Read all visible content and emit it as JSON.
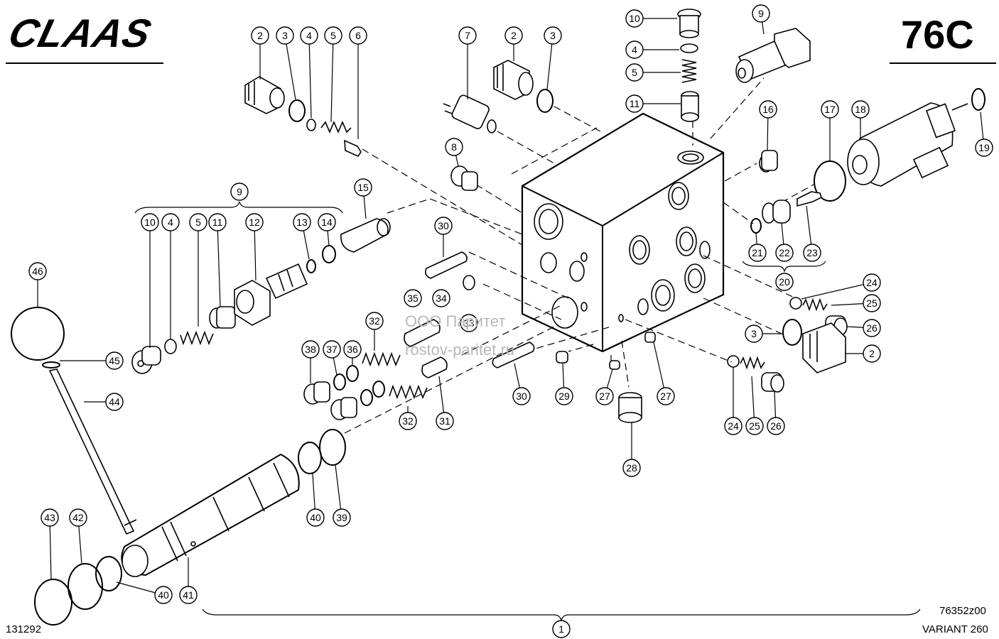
{
  "header": {
    "brand": "CLAAS",
    "code": "76C"
  },
  "footer": {
    "left": "131292",
    "right_top": "76352z00",
    "right_bottom": "VARIANT 260"
  },
  "watermark": {
    "line1": "ООО Паритет",
    "line2": "rostov-paritet.ru"
  },
  "callouts": {
    "c2a": "2",
    "c3a": "3",
    "c4a": "4",
    "c5a": "5",
    "c6": "6",
    "c7": "7",
    "c2b": "2",
    "c3b": "3",
    "c8": "8",
    "c10a": "10",
    "c4b": "4",
    "c5b": "5",
    "c11a": "11",
    "c9a": "9",
    "c16": "16",
    "c17": "17",
    "c18": "18",
    "c19": "19",
    "c9b": "9",
    "c10b": "10",
    "c4c": "4",
    "c5c": "5",
    "c11b": "11",
    "c12": "12",
    "c13": "13",
    "c14": "14",
    "c15": "15",
    "c46": "46",
    "c45": "45",
    "c44": "44",
    "c30a": "30",
    "c35": "35",
    "c34": "34",
    "c33": "33",
    "c32a": "32",
    "c38": "38",
    "c37": "37",
    "c36": "36",
    "c32b": "32",
    "c31": "31",
    "c30b": "30",
    "c29": "29",
    "c27a": "27",
    "c27b": "27",
    "c28": "28",
    "c21": "21",
    "c22": "22",
    "c23": "23",
    "c20": "20",
    "c24a": "24",
    "c25a": "25",
    "c26a": "26",
    "c3c": "3",
    "c2c": "2",
    "c24b": "24",
    "c25b": "25",
    "c26b": "26",
    "c40a": "40",
    "c39": "39",
    "c43": "43",
    "c42": "42",
    "c40b": "40",
    "c41": "41",
    "c1": "1"
  }
}
